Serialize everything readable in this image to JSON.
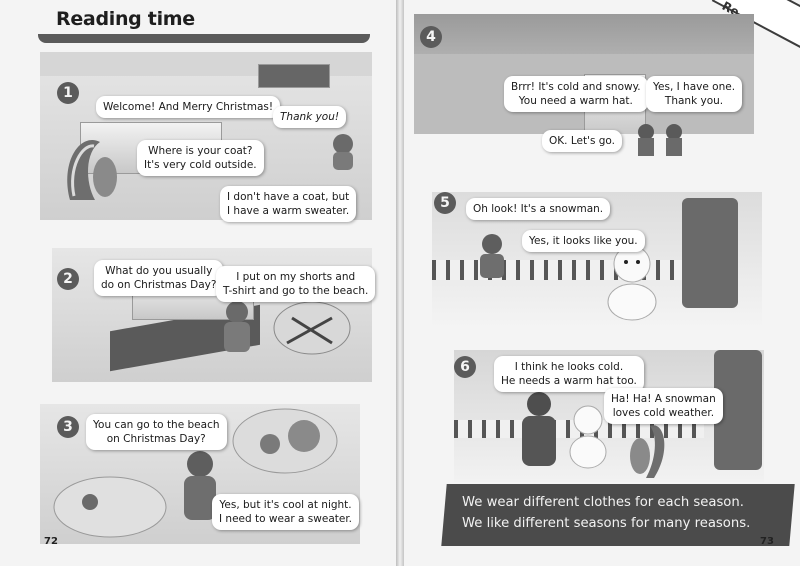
{
  "title": "Reading time",
  "page_left": "72",
  "page_right": "73",
  "corner_tab": "Re",
  "banner": "We wear different clothes for each season.\nWe like different seasons for many reasons.",
  "panels": [
    {
      "number": "1",
      "bubbles": [
        "Welcome! And Merry Christmas!",
        "Thank you!",
        "Where is your coat?\nIt's very cold outside.",
        "I don't have a coat, but\nI have a warm sweater."
      ]
    },
    {
      "number": "2",
      "bubbles": [
        "What do you usually\ndo on Christmas Day?",
        "I put on my shorts and\nT-shirt and go to the beach."
      ]
    },
    {
      "number": "3",
      "bubbles": [
        "You can go to the beach\non Christmas Day?",
        "Yes, but it's cool at night.\nI need to wear a sweater."
      ]
    },
    {
      "number": "4",
      "bubbles": [
        "Brrr! It's cold and snowy.\nYou need a warm hat.",
        "Yes, I have one.\nThank you.",
        "OK. Let's go."
      ]
    },
    {
      "number": "5",
      "bubbles": [
        "Oh look! It's a snowman.",
        "Yes, it looks like you."
      ]
    },
    {
      "number": "6",
      "bubbles": [
        "I think he looks cold.\nHe needs a warm hat too.",
        "Ha! Ha! A snowman\nloves cold weather."
      ]
    }
  ]
}
